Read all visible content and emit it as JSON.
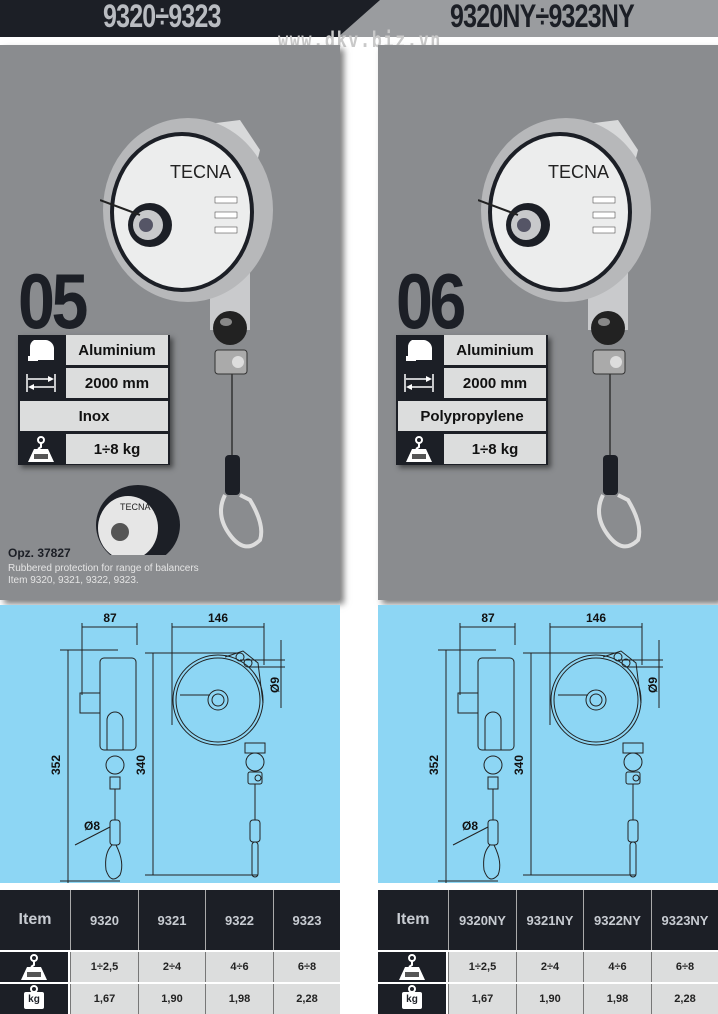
{
  "watermark": "www.dkv.biz.vn",
  "brand_logo": "TECNA",
  "colors": {
    "dark": "#1c1f26",
    "panel_gray": "#8a8c8f",
    "drawing_blue": "#8dd6f4",
    "cell": "#dcdddd"
  },
  "columns": [
    {
      "title": "9320÷9323",
      "number": "05",
      "specs": [
        {
          "icon": "housing-icon",
          "value": "Aluminium"
        },
        {
          "icon": "cable-length-icon",
          "value": "2000 mm"
        },
        {
          "icon": "",
          "value": "Inox"
        },
        {
          "icon": "load-weight-icon",
          "value": "1÷8 kg"
        }
      ],
      "option": {
        "title": "Opz. 37827",
        "desc1": "Rubbered protection for range of balancers",
        "desc2": "Item 9320, 9321, 9322, 9323."
      },
      "dims": {
        "depth": "87",
        "width": "146",
        "height_total": "352",
        "height_body": "340",
        "hole": "Ø9",
        "hook": "Ø8"
      },
      "table": {
        "header": "Item",
        "items": [
          "9320",
          "9321",
          "9322",
          "9323"
        ],
        "capacity": [
          "1÷2,5",
          "2÷4",
          "4÷6",
          "6÷8"
        ],
        "weight": [
          "1,67",
          "1,90",
          "1,98",
          "2,28"
        ],
        "weight_icon_label": "kg"
      }
    },
    {
      "title": "9320NY÷9323NY",
      "number": "06",
      "specs": [
        {
          "icon": "housing-icon",
          "value": "Aluminium"
        },
        {
          "icon": "cable-length-icon",
          "value": "2000 mm"
        },
        {
          "icon": "",
          "value": "Polypropylene"
        },
        {
          "icon": "load-weight-icon",
          "value": "1÷8 kg"
        }
      ],
      "dims": {
        "depth": "87",
        "width": "146",
        "height_total": "352",
        "height_body": "340",
        "hole": "Ø9",
        "hook": "Ø8"
      },
      "table": {
        "header": "Item",
        "items": [
          "9320NY",
          "9321NY",
          "9322NY",
          "9323NY"
        ],
        "capacity": [
          "1÷2,5",
          "2÷4",
          "4÷6",
          "6÷8"
        ],
        "weight": [
          "1,67",
          "1,90",
          "1,98",
          "2,28"
        ],
        "weight_icon_label": "kg"
      }
    }
  ]
}
